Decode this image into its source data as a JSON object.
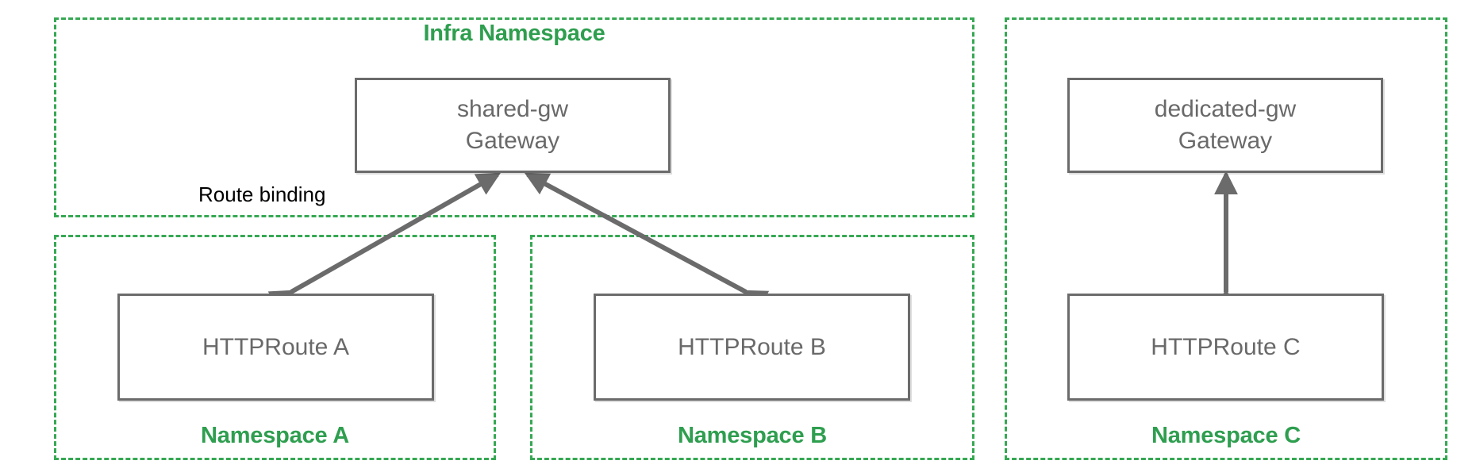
{
  "diagram": {
    "title_visible": false,
    "colors": {
      "namespace_border": "#36a853",
      "namespace_label": "#2e9e4f",
      "node_border": "#6b6b6b",
      "node_text": "#696969",
      "edge_stroke": "#6b6b6b",
      "edge_label_text": "#000000",
      "background": "#ffffff"
    },
    "namespaces": [
      {
        "id": "infra",
        "label": "Infra Namespace",
        "label_position": "top"
      },
      {
        "id": "ns-a",
        "label": "Namespace A",
        "label_position": "bottom"
      },
      {
        "id": "ns-b",
        "label": "Namespace B",
        "label_position": "bottom"
      },
      {
        "id": "ns-c",
        "label": "Namespace C",
        "label_position": "bottom"
      }
    ],
    "nodes": [
      {
        "id": "shared-gw",
        "line1": "shared-gw",
        "line2": "Gateway",
        "namespace": "infra"
      },
      {
        "id": "dedicated-gw",
        "line1": "dedicated-gw",
        "line2": "Gateway",
        "namespace": "ns-c"
      },
      {
        "id": "route-a",
        "line1": "HTTPRoute A",
        "line2": "",
        "namespace": "ns-a"
      },
      {
        "id": "route-b",
        "line1": "HTTPRoute B",
        "line2": "",
        "namespace": "ns-b"
      },
      {
        "id": "route-c",
        "line1": "HTTPRoute C",
        "line2": "",
        "namespace": "ns-c"
      }
    ],
    "edges": [
      {
        "id": "edge-a",
        "from": "route-a",
        "to": "shared-gw",
        "label": "Route binding",
        "arrowheads": "both"
      },
      {
        "id": "edge-b",
        "from": "route-b",
        "to": "shared-gw",
        "label": "",
        "arrowheads": "both"
      },
      {
        "id": "edge-c",
        "from": "route-c",
        "to": "dedicated-gw",
        "label": "",
        "arrowheads": "both"
      }
    ]
  }
}
